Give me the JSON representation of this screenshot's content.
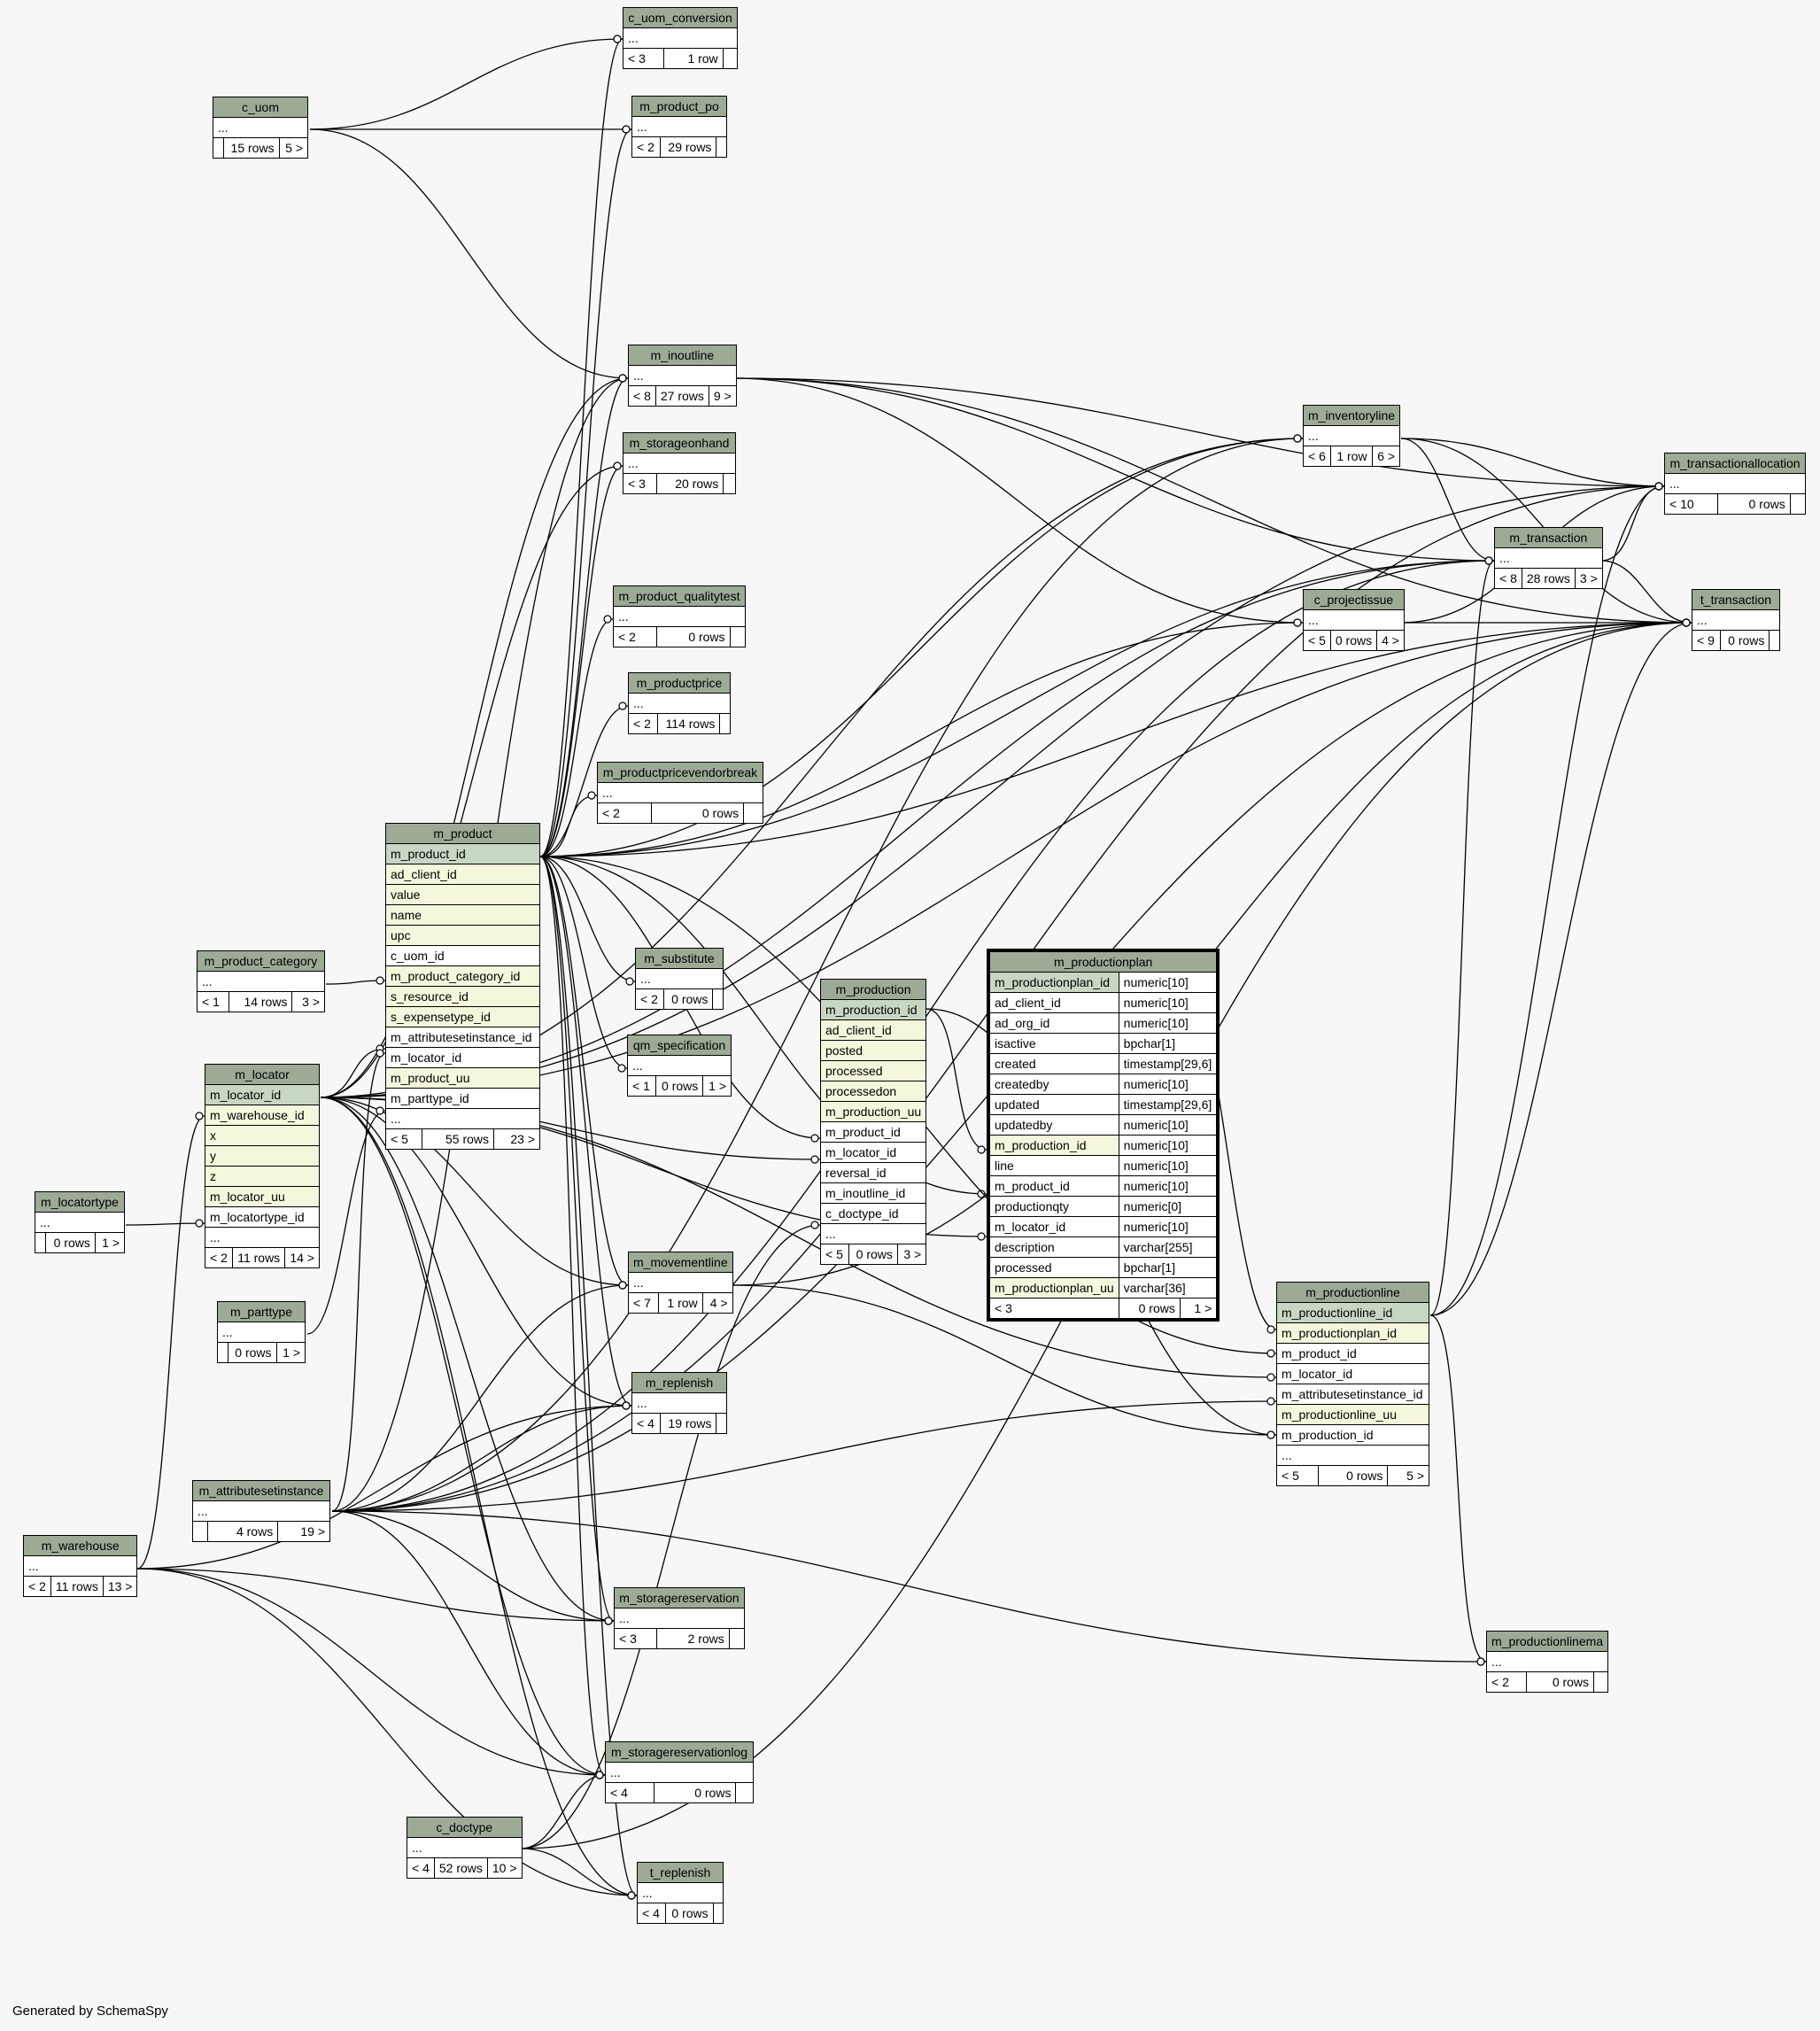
{
  "footer": "Generated by SchemaSpy",
  "tables": {
    "c_uom_conversion": {
      "name": "c_uom_conversion",
      "more": "...",
      "parents": "< 3",
      "rows": "1 row",
      "children": ""
    },
    "m_product_po": {
      "name": "m_product_po",
      "more": "...",
      "parents": "< 2",
      "rows": "29 rows",
      "children": ""
    },
    "c_uom": {
      "name": "c_uom",
      "more": "...",
      "parents": "",
      "rows": "15 rows",
      "children": "5 >"
    },
    "m_inoutline": {
      "name": "m_inoutline",
      "more": "...",
      "parents": "< 8",
      "rows": "27 rows",
      "children": "9 >"
    },
    "m_storageonhand": {
      "name": "m_storageonhand",
      "more": "...",
      "parents": "< 3",
      "rows": "20 rows",
      "children": ""
    },
    "m_inventoryline": {
      "name": "m_inventoryline",
      "more": "...",
      "parents": "< 6",
      "rows": "1 row",
      "children": "6 >"
    },
    "m_transactionallocation": {
      "name": "m_transactionallocation",
      "more": "...",
      "parents": "< 10",
      "rows": "0 rows",
      "children": ""
    },
    "m_transaction": {
      "name": "m_transaction",
      "more": "...",
      "parents": "< 8",
      "rows": "28 rows",
      "children": "3 >"
    },
    "m_product_qualitytest": {
      "name": "m_product_qualitytest",
      "more": "...",
      "parents": "< 2",
      "rows": "0 rows",
      "children": ""
    },
    "c_projectissue": {
      "name": "c_projectissue",
      "more": "...",
      "parents": "< 5",
      "rows": "0 rows",
      "children": "4 >"
    },
    "t_transaction": {
      "name": "t_transaction",
      "more": "...",
      "parents": "< 9",
      "rows": "0 rows",
      "children": ""
    },
    "m_productprice": {
      "name": "m_productprice",
      "more": "...",
      "parents": "< 2",
      "rows": "114 rows",
      "children": ""
    },
    "m_productpricevendorbreak": {
      "name": "m_productpricevendorbreak",
      "more": "...",
      "parents": "< 2",
      "rows": "0 rows",
      "children": ""
    },
    "m_product_category": {
      "name": "m_product_category",
      "more": "...",
      "parents": "< 1",
      "rows": "14 rows",
      "children": "3 >"
    },
    "m_substitute": {
      "name": "m_substitute",
      "more": "...",
      "parents": "< 2",
      "rows": "0 rows",
      "children": ""
    },
    "qm_specification": {
      "name": "qm_specification",
      "more": "...",
      "parents": "< 1",
      "rows": "0 rows",
      "children": "1 >"
    },
    "m_locatortype": {
      "name": "m_locatortype",
      "more": "...",
      "parents": "",
      "rows": "0 rows",
      "children": "1 >"
    },
    "m_parttype": {
      "name": "m_parttype",
      "more": "...",
      "parents": "",
      "rows": "0 rows",
      "children": "1 >"
    },
    "m_movementline": {
      "name": "m_movementline",
      "more": "...",
      "parents": "< 7",
      "rows": "1 row",
      "children": "4 >"
    },
    "m_replenish": {
      "name": "m_replenish",
      "more": "...",
      "parents": "< 4",
      "rows": "19 rows",
      "children": ""
    },
    "m_attributesetinstance": {
      "name": "m_attributesetinstance",
      "more": "...",
      "parents": "",
      "rows": "4 rows",
      "children": "19 >"
    },
    "m_warehouse": {
      "name": "m_warehouse",
      "more": "...",
      "parents": "< 2",
      "rows": "11 rows",
      "children": "13 >"
    },
    "m_storagereservation": {
      "name": "m_storagereservation",
      "more": "...",
      "parents": "< 3",
      "rows": "2 rows",
      "children": ""
    },
    "m_productionlinema": {
      "name": "m_productionlinema",
      "more": "...",
      "parents": "< 2",
      "rows": "0 rows",
      "children": ""
    },
    "m_storagereservationlog": {
      "name": "m_storagereservationlog",
      "more": "...",
      "parents": "< 4",
      "rows": "0 rows",
      "children": ""
    },
    "c_doctype": {
      "name": "c_doctype",
      "more": "...",
      "parents": "< 4",
      "rows": "52 rows",
      "children": "10 >"
    },
    "t_replenish": {
      "name": "t_replenish",
      "more": "...",
      "parents": "< 4",
      "rows": "0 rows",
      "children": ""
    },
    "m_product": {
      "name": "m_product",
      "columns": [
        "m_product_id",
        "ad_client_id",
        "value",
        "name",
        "upc",
        "c_uom_id",
        "m_product_category_id",
        "s_resource_id",
        "s_expensetype_id",
        "m_attributesetinstance_id",
        "m_locator_id",
        "m_product_uu",
        "m_parttype_id",
        "..."
      ],
      "parents": "< 5",
      "rows": "55 rows",
      "children": "23 >"
    },
    "m_locator": {
      "name": "m_locator",
      "columns": [
        "m_locator_id",
        "m_warehouse_id",
        "x",
        "y",
        "z",
        "m_locator_uu",
        "m_locatortype_id",
        "..."
      ],
      "parents": "< 2",
      "rows": "11 rows",
      "children": "14 >"
    },
    "m_production": {
      "name": "m_production",
      "columns": [
        "m_production_id",
        "ad_client_id",
        "posted",
        "processed",
        "processedon",
        "m_production_uu",
        "m_product_id",
        "m_locator_id",
        "reversal_id",
        "m_inoutline_id",
        "c_doctype_id",
        "..."
      ],
      "parents": "< 5",
      "rows": "0 rows",
      "children": "3 >"
    },
    "m_productionplan": {
      "name": "m_productionplan",
      "columns": [
        {
          "name": "m_productionplan_id",
          "type": "numeric[10]"
        },
        {
          "name": "ad_client_id",
          "type": "numeric[10]"
        },
        {
          "name": "ad_org_id",
          "type": "numeric[10]"
        },
        {
          "name": "isactive",
          "type": "bpchar[1]"
        },
        {
          "name": "created",
          "type": "timestamp[29,6]"
        },
        {
          "name": "createdby",
          "type": "numeric[10]"
        },
        {
          "name": "updated",
          "type": "timestamp[29,6]"
        },
        {
          "name": "updatedby",
          "type": "numeric[10]"
        },
        {
          "name": "m_production_id",
          "type": "numeric[10]"
        },
        {
          "name": "line",
          "type": "numeric[10]"
        },
        {
          "name": "m_product_id",
          "type": "numeric[10]"
        },
        {
          "name": "productionqty",
          "type": "numeric[0]"
        },
        {
          "name": "m_locator_id",
          "type": "numeric[10]"
        },
        {
          "name": "description",
          "type": "varchar[255]"
        },
        {
          "name": "processed",
          "type": "bpchar[1]"
        },
        {
          "name": "m_productionplan_uu",
          "type": "varchar[36]"
        }
      ],
      "parents": "< 3",
      "rows": "0 rows",
      "children": "1 >"
    },
    "m_productionline": {
      "name": "m_productionline",
      "columns": [
        "m_productionline_id",
        "m_productionplan_id",
        "m_product_id",
        "m_locator_id",
        "m_attributesetinstance_id",
        "m_productionline_uu",
        "m_production_id",
        "..."
      ],
      "parents": "< 5",
      "rows": "0 rows",
      "children": "5 >"
    }
  },
  "colors": {
    "header": "#9caa96",
    "pk": "#c8d6c4",
    "index": "#f4f7dc",
    "edge": "#000000",
    "background": "#f7f7f7"
  }
}
